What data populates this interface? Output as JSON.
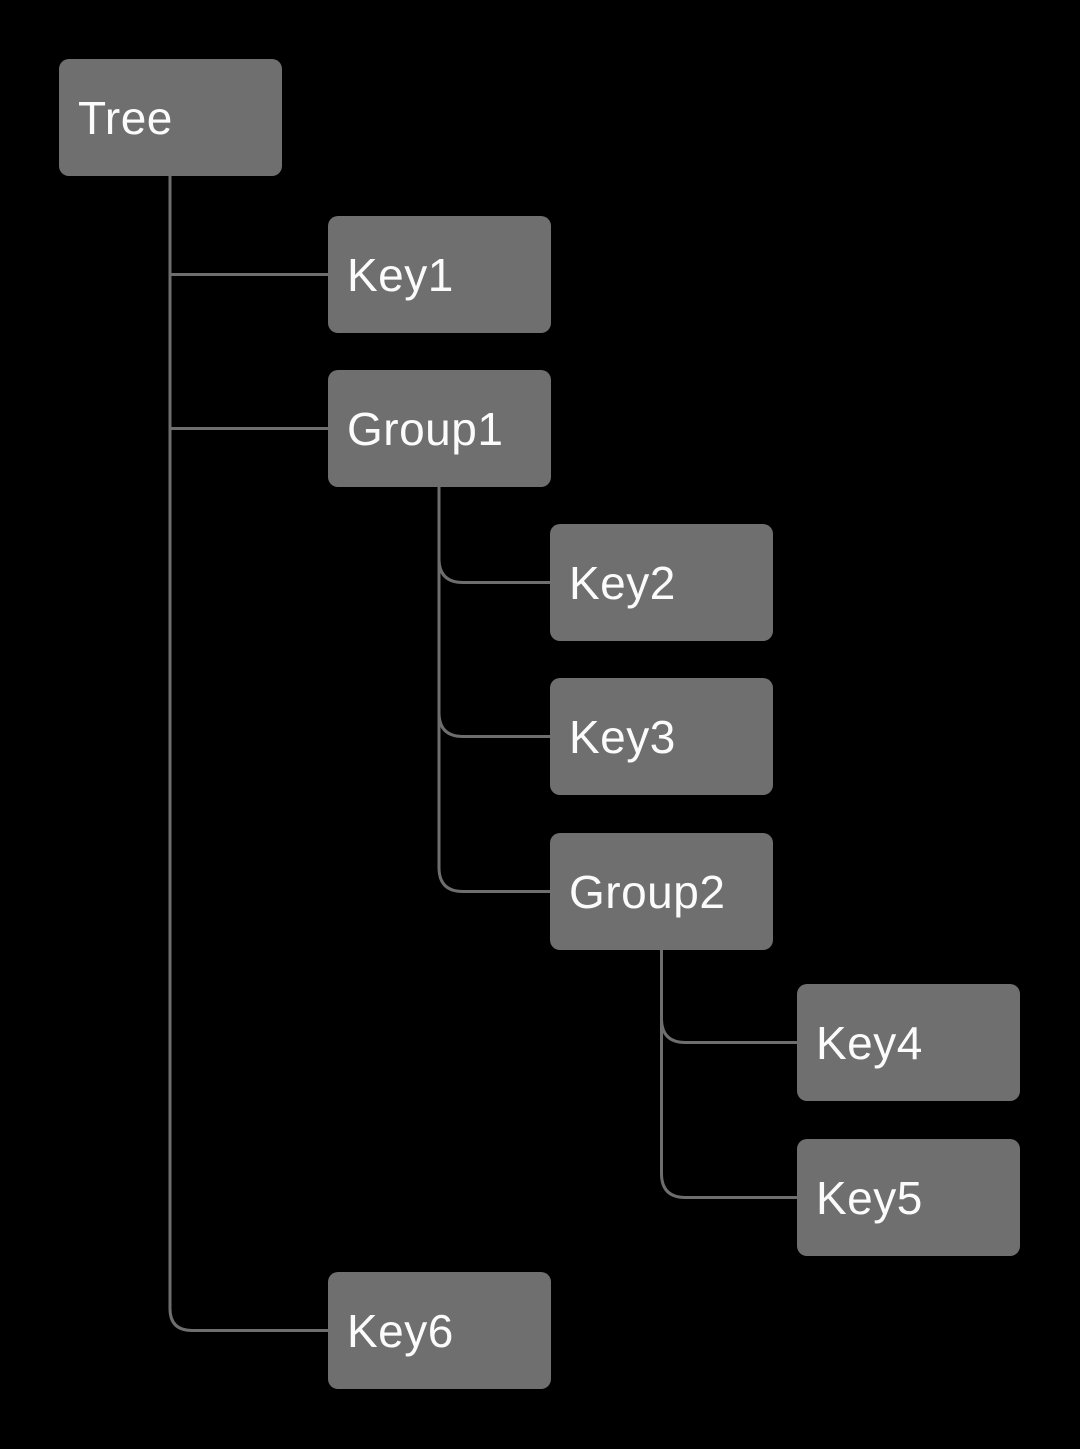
{
  "colors": {
    "background": "#000000",
    "node_fill": "#6f6f6f",
    "connector": "#6e6e6e",
    "text": "#fbfbfb"
  },
  "tree": {
    "label": "Tree",
    "children": [
      {
        "label": "Key1",
        "children": []
      },
      {
        "label": "Group1",
        "children": [
          {
            "label": "Key2",
            "children": []
          },
          {
            "label": "Key3",
            "children": []
          },
          {
            "label": "Group2",
            "children": [
              {
                "label": "Key4",
                "children": []
              },
              {
                "label": "Key5",
                "children": []
              }
            ]
          }
        ]
      },
      {
        "label": "Key6",
        "children": []
      }
    ]
  }
}
